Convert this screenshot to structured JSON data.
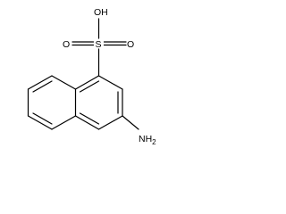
{
  "labels": {
    "hydroxyl": "OH",
    "sulfur": "S",
    "oxygen_left": "O",
    "oxygen_right": "O",
    "amine": "NH",
    "amine_subscript": "2"
  },
  "colors": {
    "bond": "#000000",
    "text": "#000000",
    "background": "#ffffff"
  }
}
